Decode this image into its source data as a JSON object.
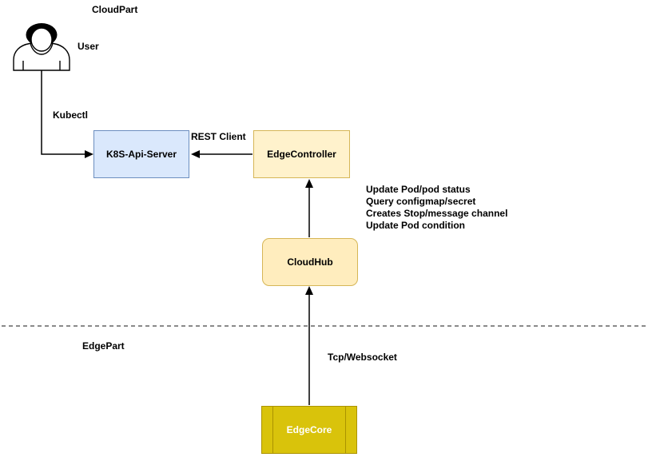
{
  "labels": {
    "cloud_part": "CloudPart",
    "user": "User",
    "kubectl": "Kubectl",
    "rest_client": "REST Client",
    "edge_part": "EdgePart",
    "tcp_websocket": "Tcp/Websocket"
  },
  "nodes": {
    "k8s_api_server": {
      "label": "K8S-Api-Server"
    },
    "edge_controller": {
      "label": "EdgeController"
    },
    "cloud_hub": {
      "label": "CloudHub"
    },
    "edge_core": {
      "label": "EdgeCore"
    }
  },
  "notes": {
    "lines": [
      "Update Pod/pod status",
      "Query configmap/secret",
      "Creates Stop/message channel",
      "Update Pod condition"
    ]
  },
  "colors": {
    "k8s_fill": "#dae8fc",
    "k8s_border": "#6c8ebf",
    "edge_controller_fill": "#fff2cc",
    "edge_controller_border": "#d6b656",
    "cloud_hub_fill": "#ffedbe",
    "cloud_hub_border": "#d6b656",
    "edge_core_fill": "#d9c30b",
    "edge_core_border": "#ab9300",
    "divider": "#8a8a8a",
    "line": "#000000"
  }
}
